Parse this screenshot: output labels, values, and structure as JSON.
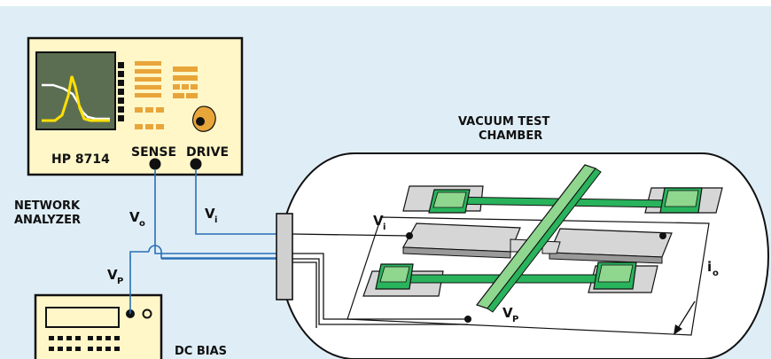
{
  "analyzer": {
    "model": "HP 8714",
    "sense_label": "SENSE",
    "drive_label": "DRIVE",
    "name_line1": "NETWORK",
    "name_line2": "ANALYZER"
  },
  "chamber": {
    "title_line1": "VACUUM TEST",
    "title_line2": "CHAMBER"
  },
  "bias": {
    "label": "DC BIAS"
  },
  "signals": {
    "vo": {
      "main": "V",
      "sub": "o"
    },
    "vi_left": {
      "main": "V",
      "sub": "i"
    },
    "vp_left": {
      "main": "V",
      "sub": "P"
    },
    "vi_right": {
      "main": "V",
      "sub": "i"
    },
    "vp_right": {
      "main": "V",
      "sub": "P"
    },
    "io": {
      "main": "i",
      "sub": "o"
    }
  },
  "colors": {
    "background": "#dfeef6",
    "analyzer_panel": "#fff7c8",
    "screen": "#5c6e52",
    "trace": "#ffe000",
    "button": "#e8a53a",
    "wire_blue": "#2a6fb5",
    "resonator_green": "#29b35c",
    "resonator_green_light": "#8fd68f",
    "substrate_gray": "#d6d6d6"
  }
}
